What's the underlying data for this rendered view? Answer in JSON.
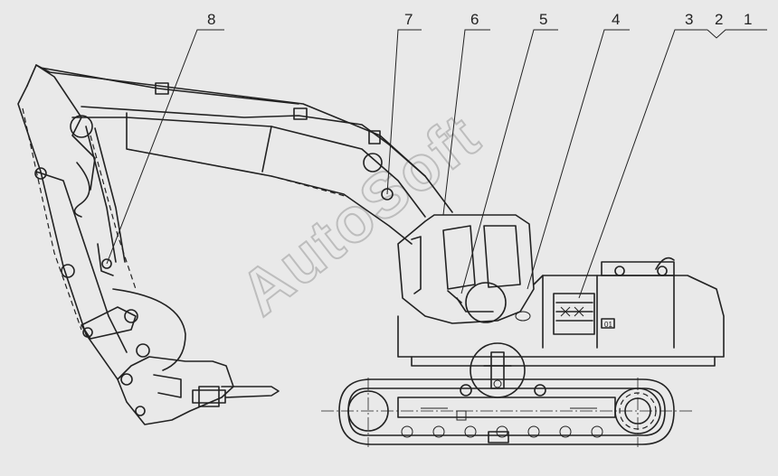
{
  "callouts": [
    {
      "id": "8",
      "label": "8"
    },
    {
      "id": "7",
      "label": "7"
    },
    {
      "id": "6",
      "label": "6"
    },
    {
      "id": "5",
      "label": "5"
    },
    {
      "id": "4",
      "label": "4"
    },
    {
      "id": "3",
      "label": "3"
    },
    {
      "id": "2",
      "label": "2"
    },
    {
      "id": "1",
      "label": "1"
    }
  ],
  "watermark": "AutoSoft",
  "panel_label": "01",
  "colors": {
    "background": "#e9e9e9",
    "line": "#222222",
    "watermark": "#bdbdbd"
  }
}
